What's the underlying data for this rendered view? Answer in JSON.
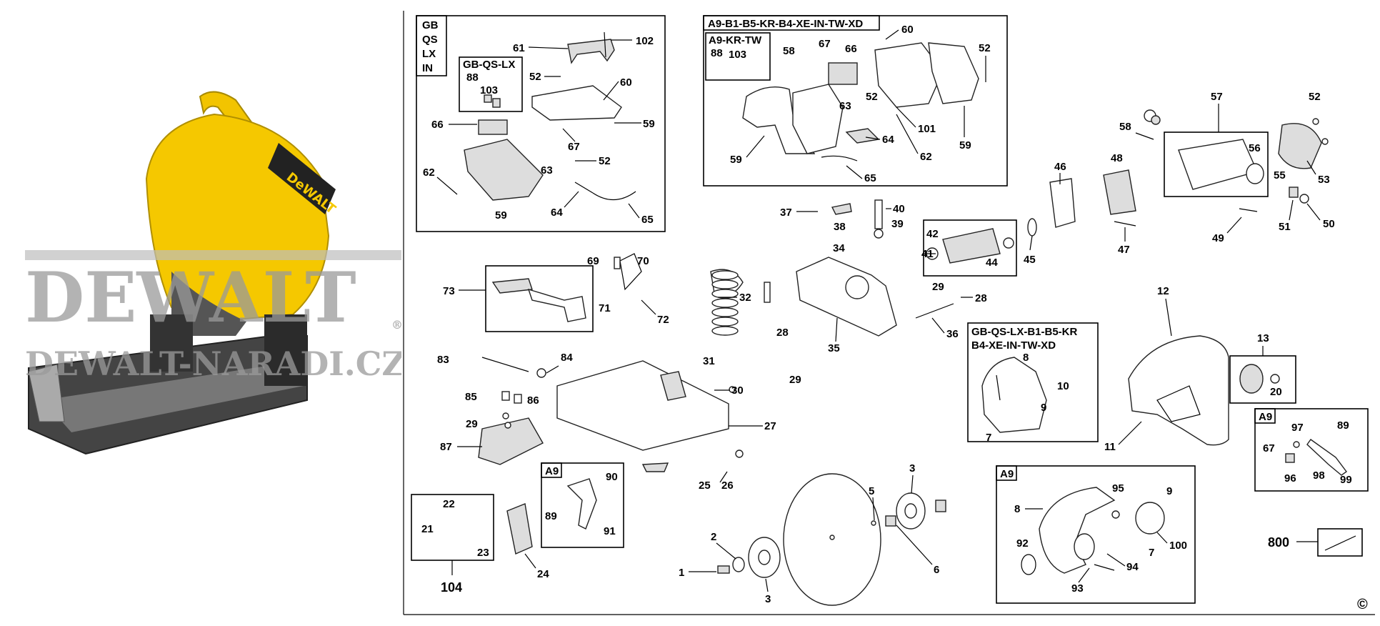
{
  "watermark": {
    "brand": "DEWALT",
    "site": "DEWALT-NARADI.CZ",
    "reg_mark": "®"
  },
  "copyright_mark": "©",
  "boxes": {
    "gb_variant": {
      "lines": [
        "GB",
        "QS",
        "LX",
        "IN"
      ]
    },
    "gb_qs_lx": {
      "title": "GB-QS-LX"
    },
    "a9_b1": {
      "title": "A9-B1-B5-KR-B4-XE-IN-TW-XD"
    },
    "a9_kr_tw": {
      "title": "A9-KR-TW"
    },
    "guard_variant": {
      "lines": [
        "GB-QS-LX-B1-B5-KR",
        "B4-XE-IN-TW-XD"
      ]
    },
    "a9_small": {
      "title": "A9"
    },
    "a9_guard": {
      "title": "A9"
    },
    "a9_right": {
      "title": "A9"
    }
  },
  "labels": {
    "p1": "1",
    "p2": "2",
    "p3a": "3",
    "p3b": "3",
    "p5": "5",
    "p6": "6",
    "p7a": "7",
    "p7b": "7",
    "p8": "8",
    "p9a": "9",
    "p9b": "9",
    "p10": "10",
    "p11": "11",
    "p12": "12",
    "p13": "13",
    "p20": "20",
    "p21": "21",
    "p22": "22",
    "p23": "23",
    "p24": "24",
    "p25": "25",
    "p26": "26",
    "p27": "27",
    "p28a": "28",
    "p28b": "28",
    "p29a": "29",
    "p29b": "29",
    "p29c": "29",
    "p30": "30",
    "p31": "31",
    "p32": "32",
    "p34": "34",
    "p35": "35",
    "p36": "36",
    "p37": "37",
    "p38": "38",
    "p39": "39",
    "p40": "40",
    "p41": "41",
    "p42": "42",
    "p44": "44",
    "p45": "45",
    "p46": "46",
    "p47": "47",
    "p48": "48",
    "p49": "49",
    "p50": "50",
    "p51": "51",
    "p52a": "52",
    "p52b": "52",
    "p52c": "52",
    "p52d": "52",
    "p53": "53",
    "p55": "55",
    "p56": "56",
    "p57": "57",
    "p58a": "58",
    "p58b": "58",
    "p59a": "59",
    "p59b": "59",
    "p59c": "59",
    "p60a": "60",
    "p60b": "60",
    "p61": "61",
    "p62a": "62",
    "p62b": "62",
    "p63a": "63",
    "p63b": "63",
    "p64a": "64",
    "p64b": "64",
    "p65a": "65",
    "p65b": "65",
    "p66a": "66",
    "p66b": "66",
    "p67a": "67",
    "p67b": "67",
    "p67c": "67",
    "p69": "69",
    "p70": "70",
    "p71": "71",
    "p72": "72",
    "p73": "73",
    "p83": "83",
    "p84": "84",
    "p85": "85",
    "p86": "86",
    "p87": "87",
    "p88a": "88",
    "p88b": "88",
    "p89a": "89",
    "p89b": "89",
    "p90": "90",
    "p91": "91",
    "p92": "92",
    "p93": "93",
    "p94": "94",
    "p95": "95",
    "p96": "96",
    "p97": "97",
    "p98": "98",
    "p99": "99",
    "p100": "100",
    "p101": "101",
    "p102": "102",
    "p103a": "103",
    "p103b": "103",
    "p104": "104",
    "p800": "800"
  }
}
